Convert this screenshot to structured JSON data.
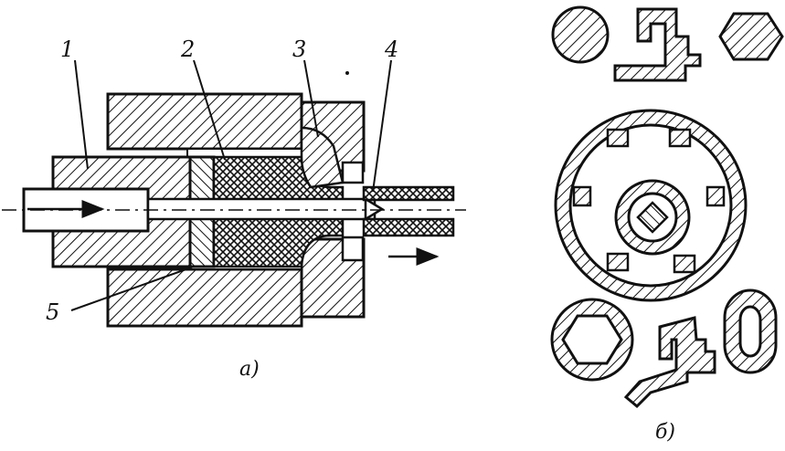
{
  "figure": {
    "callouts": [
      "1",
      "2",
      "3",
      "4",
      "5"
    ],
    "caption_a": "а)",
    "caption_b": "б)"
  }
}
